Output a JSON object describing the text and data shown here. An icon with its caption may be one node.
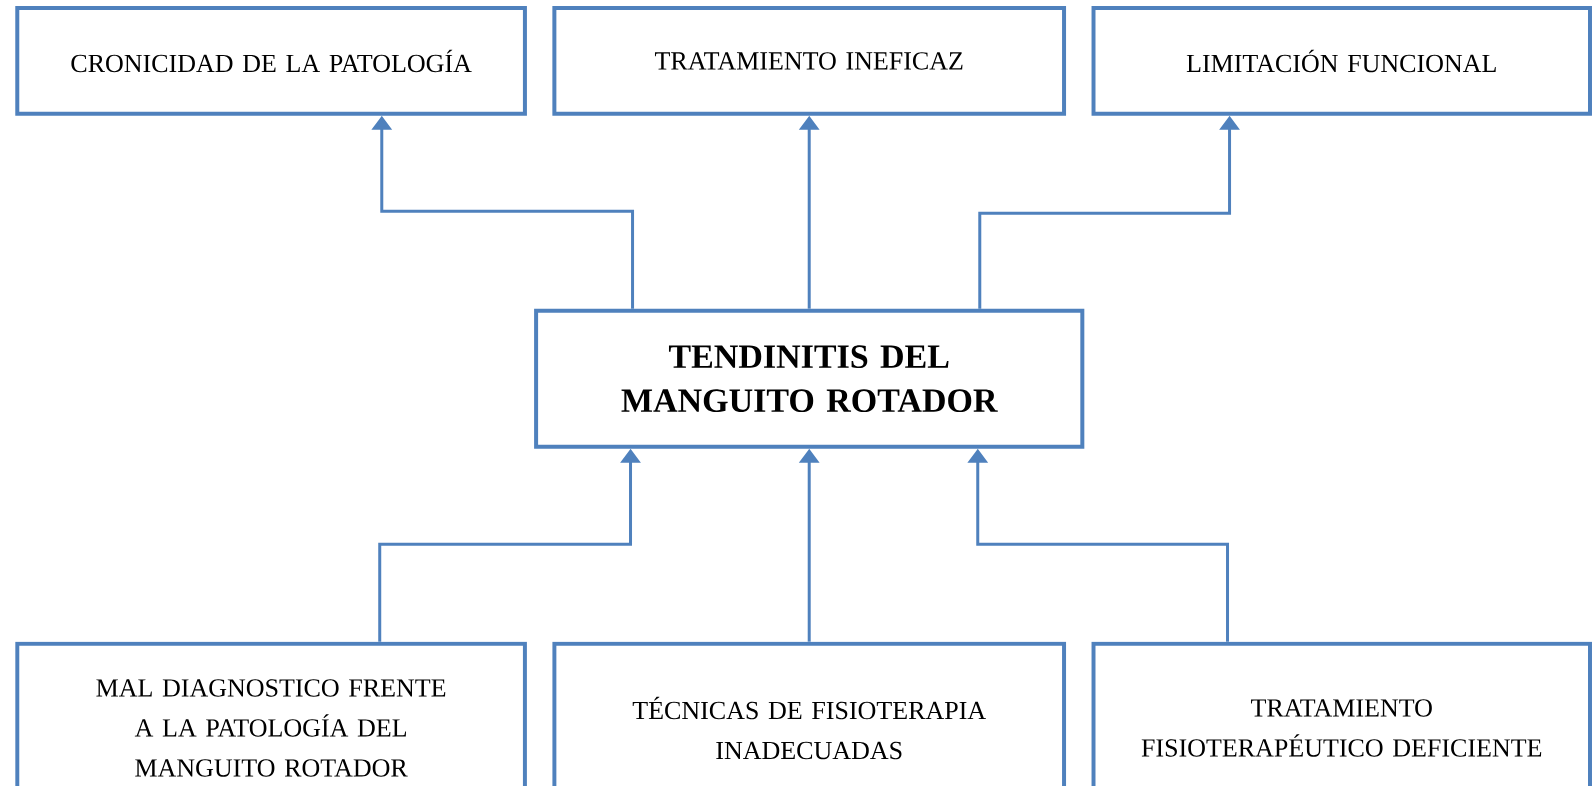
{
  "diagram": {
    "nodes": [
      {
        "text": [
          "CRONICIDAD DE LA PATOLOGÍA"
        ]
      },
      {
        "text": [
          "TRATAMIENTO INEFICAZ"
        ]
      },
      {
        "text": [
          "LIMITACIÓN FUNCIONAL"
        ]
      },
      {
        "text": [
          "TENDINITIS DEL MANGUITO ROTADOR"
        ]
      },
      {
        "text": [
          "MAL DIAGNOSTICO FRENTE A LA PATOLOGÍA DEL MANGUITO ROTADOR"
        ]
      },
      {
        "text": [
          "TÉCNICAS DE FISIOTERAPIA INADECUADAS"
        ]
      },
      {
        "text": [
          "TRATAMIENTO FISIOTERAPÉUTICO DEFICIENTE"
        ]
      }
    ],
    "edges": [
      {
        "from": 3,
        "to": 0,
        "arrow": "to"
      },
      {
        "from": 3,
        "to": 1,
        "arrow": "to"
      },
      {
        "from": 3,
        "to": 2,
        "arrow": "to"
      },
      {
        "from": 4,
        "to": 3,
        "arrow": "to"
      },
      {
        "from": 5,
        "to": 3,
        "arrow": "to"
      },
      {
        "from": 6,
        "to": 3,
        "arrow": "to"
      }
    ]
  }
}
